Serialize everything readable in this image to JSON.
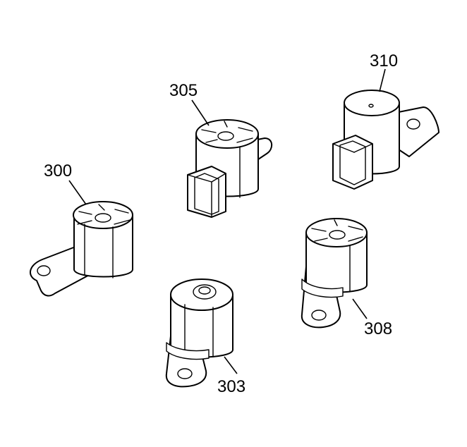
{
  "callouts": {
    "c300": "300",
    "c303": "303",
    "c305": "305",
    "c308": "308",
    "c310": "310"
  }
}
